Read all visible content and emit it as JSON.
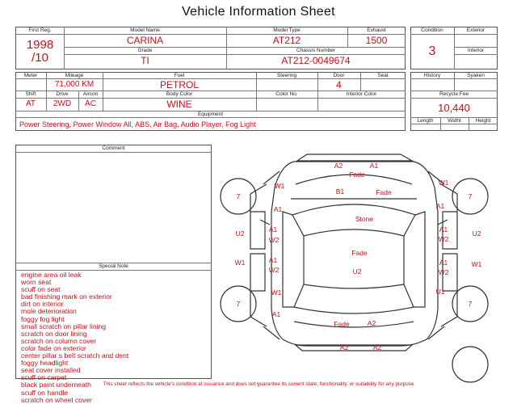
{
  "title": "Vehicle Information Sheet",
  "top": {
    "first_reg_label": "First Reg.",
    "first_reg_year": "1998",
    "first_reg_month": "/10",
    "model_name_label": "Model Name",
    "model_name": "CARINA",
    "model_type_label": "Model Type",
    "model_type": "AT212",
    "exhaust_label": "Exhaust",
    "exhaust": "1500",
    "grade_label": "Grade",
    "grade": "TI",
    "chassis_label": "Chassis Number",
    "chassis": "AT212-0049674",
    "condition_label": "Condition",
    "condition": "3",
    "exterior_label": "Exterior",
    "interior_label": "Interior"
  },
  "mid": {
    "meter_label": "Meter",
    "mileage_label": "Mileage",
    "mileage": "71,000 KM",
    "fuel_label": "Fuel",
    "fuel": "PETROL",
    "steering_label": "Steering",
    "door_label": "Door",
    "door": "4",
    "seat_label": "Seat",
    "shift_label": "Shift",
    "shift": "AT",
    "drive_label": "Drive",
    "drive": "2WD",
    "aircon_label": "Aircon",
    "aircon": "AC",
    "body_color_label": "Body Color",
    "body_color": "WINE",
    "color_no_label": "Color No.",
    "interior_color_label": "Interior Color",
    "equipment_label": "Equipment",
    "equipment": "Power Steering, Power Window  All, ABS, Air Bag, Audio Player, Fog Light",
    "history_label": "History",
    "syaken_label": "Syaken",
    "recycle_fee_label": "Recycle Fee",
    "recycle_fee": "10,440",
    "length_label": "Length",
    "width_label": "Widht",
    "height_label": "Height"
  },
  "comment_label": "Comment",
  "special_note_label": "Special Note",
  "special_notes": [
    "engine area oil leak",
    "worn seat",
    "scuff on seat",
    "bad finishing mark on exterior",
    "dirt on interior",
    "mole deterioration",
    "foggy fog light",
    "small scratch on pillar lining",
    "scratch on door lining",
    "scratch on column cover",
    "color fade on exterior",
    "center pillar s belt scratch and dent",
    "foggy headlight",
    "seat cover installed",
    "scuff on carpet",
    "black paint underneath",
    "scuff on handle",
    "scratch on wheel cover"
  ],
  "diagram_marks": [
    "A2",
    "A1",
    "Fade",
    "W1",
    "W1",
    "7",
    "7",
    "B1",
    "Fade",
    "A1",
    "A1",
    "Stone",
    "U2",
    "A1",
    "W2",
    "A1",
    "W2",
    "U2",
    "Fade",
    "W1",
    "A1",
    "W2",
    "A1",
    "W2",
    "W1",
    "U2",
    "W1",
    "U1",
    "7",
    "7",
    "A1",
    "Fade",
    "A2",
    "A2",
    "A2"
  ],
  "disclaimer": "This sheet reflects the vehicle's condition at issuance and does not guarantee its current state, functionality, or suitability for any purpose"
}
